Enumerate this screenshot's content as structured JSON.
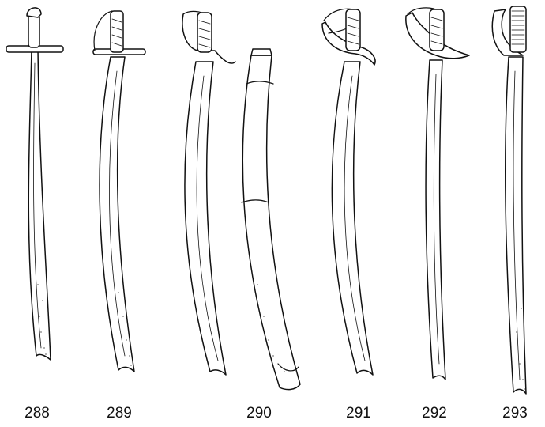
{
  "figures": [
    {
      "number": "288",
      "kind": "sabre-cross-guard"
    },
    {
      "number": "289",
      "kind": "sabre-stirrup-hilt"
    },
    {
      "number": "290",
      "kind": "scabbard-and-sabre"
    },
    {
      "number": "291",
      "kind": "sabre-basket-hilt"
    },
    {
      "number": "292",
      "kind": "sabre-shell-guard"
    },
    {
      "number": "293",
      "kind": "sabre-straight-hilt"
    }
  ],
  "colors": {
    "ink": "#111111",
    "paper": "#ffffff"
  }
}
